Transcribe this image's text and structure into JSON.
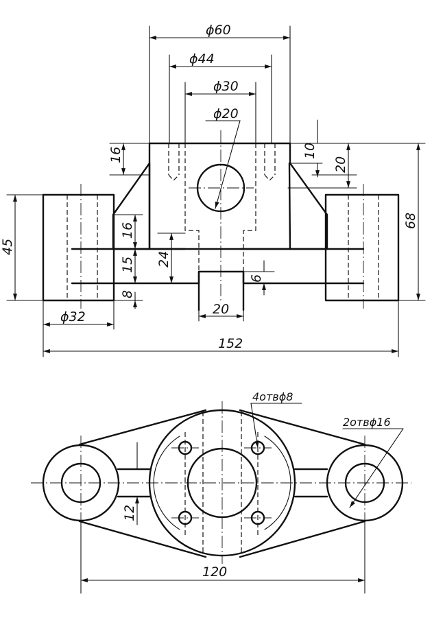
{
  "front_view": {
    "dims": {
      "d60": "ϕ60",
      "d44": "ϕ44",
      "d30": "ϕ30",
      "d20": "ϕ20",
      "h16_top": "16",
      "h10": "10",
      "h20": "20",
      "h68": "68",
      "h45": "45",
      "h16_mid": "16",
      "h15": "15",
      "h24": "24",
      "h8": "8",
      "h6": "6",
      "w20": "20",
      "d32": "ϕ32",
      "w152": "152"
    }
  },
  "top_view": {
    "note_holes8": "4отвϕ8",
    "note_holes16": "2отвϕ16",
    "dims": {
      "w12": "12",
      "w120": "120"
    }
  }
}
